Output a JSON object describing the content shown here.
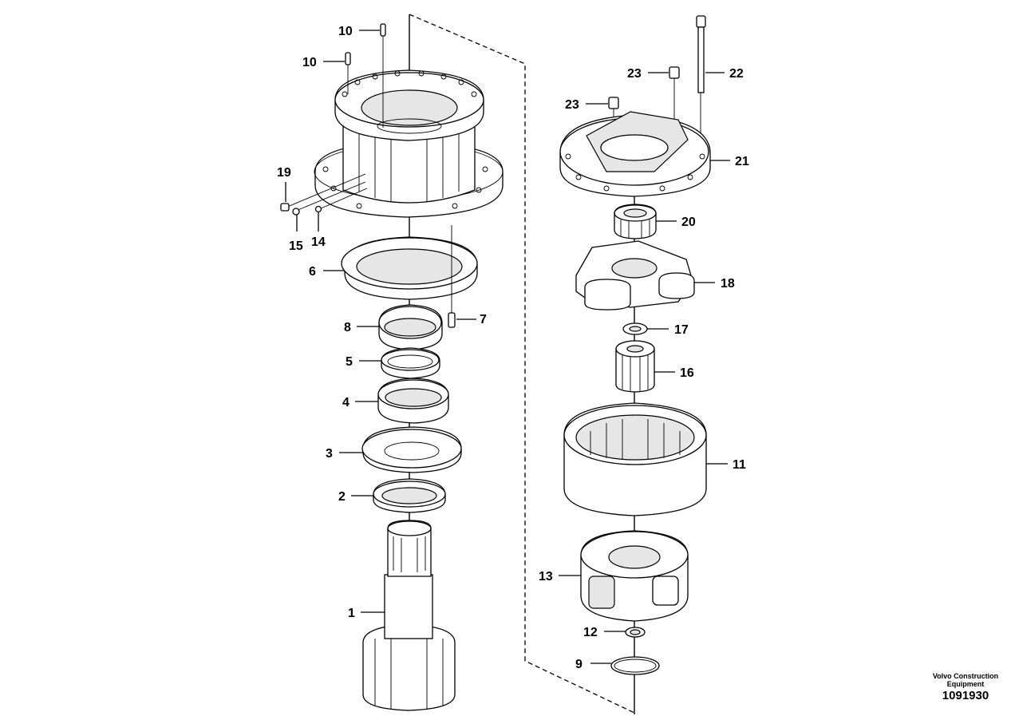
{
  "diagram": {
    "callouts": {
      "c10a": "10",
      "c10b": "10",
      "c19": "19",
      "c15": "15",
      "c14": "14",
      "c6": "6",
      "c7": "7",
      "c8": "8",
      "c5": "5",
      "c4": "4",
      "c3": "3",
      "c2": "2",
      "c1": "1",
      "c23a": "23",
      "c23b": "23",
      "c22": "22",
      "c21": "21",
      "c20": "20",
      "c18": "18",
      "c17": "17",
      "c16": "16",
      "c11": "11",
      "c13": "13",
      "c12": "12",
      "c9": "9"
    }
  },
  "footer": {
    "company": "Volvo Construction Equipment",
    "drawing_number": "1091930"
  }
}
